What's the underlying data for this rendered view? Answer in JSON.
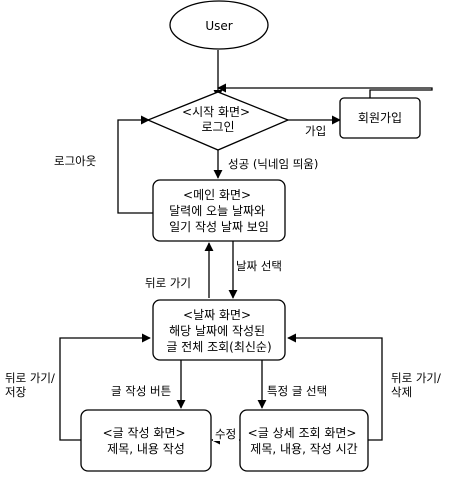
{
  "nodes": {
    "user": {
      "text": [
        "User"
      ]
    },
    "login": {
      "text": [
        "<시작 화면>",
        "로그인"
      ]
    },
    "signup": {
      "text": [
        "회원가입"
      ]
    },
    "main": {
      "text": [
        "<메인 화면>",
        "달력에 오늘 날짜와",
        "일기 작성 날짜 보임"
      ]
    },
    "date": {
      "text": [
        "<날짜 화면>",
        "해당 날짜에 작성된",
        "글 전체 조회(최신순)"
      ]
    },
    "write": {
      "text": [
        "<글 작성 화면>",
        "제목, 내용 작성"
      ]
    },
    "detail": {
      "text": [
        "<글 상세 조회 화면>",
        "제목, 내용, 작성 시간"
      ]
    }
  },
  "edges": {
    "join": "가입",
    "success": "성공 (닉네임 띄움)",
    "logout": "로그아웃",
    "back": "뒤로 가기",
    "select_date": "날짜 선택",
    "write_button": "글 작성 버튼",
    "select_post": "특정 글 선택",
    "back_save": [
      "뒤로 가기/",
      "저장"
    ],
    "back_delete": [
      "뒤로 가기/",
      "삭제"
    ],
    "edit": "수정"
  }
}
